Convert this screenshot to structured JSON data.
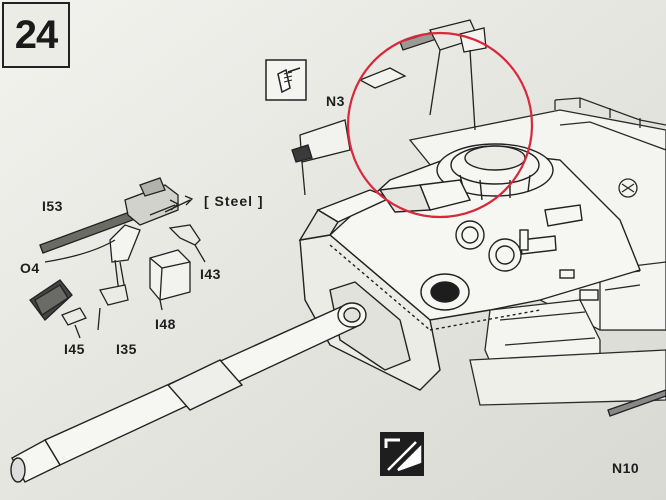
{
  "step": {
    "number": "24"
  },
  "note": {
    "material": "[ Steel ]"
  },
  "parts": {
    "n3": "N3",
    "i53": "I53",
    "o4": "O4",
    "i43": "I43",
    "i48": "I48",
    "i45": "I45",
    "i35": "I35",
    "n10": "N10"
  },
  "icons": {
    "glue": "glue-icon",
    "page-turn": "turn-page-icon",
    "highlight": "red-circle-highlight"
  },
  "colors": {
    "paper": "#e9e9e4",
    "ink": "#1e1e1e",
    "highlight": "#d8283a"
  }
}
